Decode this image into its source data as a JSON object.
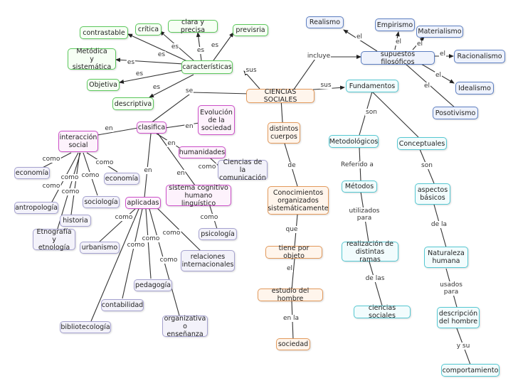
{
  "nodes": {
    "ciencias": "CIENCIAS SOCIALES",
    "caracteristicas": "características",
    "contrastable": "contrastable",
    "critica": "crítica",
    "clara": "clara y precisa",
    "previsria": "previsria",
    "metodica": "Metódica\ny sistemática",
    "objetiva": "Objetiva",
    "descriptiva": "descriptiva",
    "realismo": "Realismo",
    "empirismo": "Empirismo",
    "materialismo": "Materialismo",
    "supuestos": "supuestos filosóficos",
    "racionalismo": "Racionalismo",
    "idealismo": "Idealismo",
    "positivismo": "Posotivismo",
    "fundamentos": "Fundamentos",
    "metodologicos": "Metodológicos",
    "conceptuales": "Conceptuales",
    "metodos": "Métodos",
    "realizacion": "realización de\ndistintas ramas",
    "cienciasSoc": "ciencias sociales",
    "aspectos": "aspectos\nbásicos",
    "naturaleza": "Naturaleza\nhumana",
    "descripcion": "descripción\ndel hombre",
    "comportamiento": "comportamiento",
    "distintos": "distintos\ncuerpos",
    "conocimientos": "Conocimientos\norganizados\nsistemáticamente",
    "tieneObjeto": "tiene por objeto",
    "estudio": "estudio del hombre",
    "sociedad": "sociedad",
    "clasifica": "clasifica",
    "evolucion": "Evolución\nde la\nsociedad",
    "interaccion": "interacción\nsocial",
    "humanidades": "humanidades",
    "cienciasCom": "Ciencias de la\ncomunicación",
    "sistema": "sistema cognitivo\nhumano linguístico",
    "psicologia": "psicología",
    "aplicadas": "aplicadas",
    "economia1": "economía",
    "economia2": "economía",
    "antropologia": "antropología",
    "sociologia": "sociología",
    "historia": "historia",
    "etnografia": "Etnografía\ny etnología",
    "urbanismo": "urbanismo",
    "relaciones": "relaciones\ninternacionales",
    "pedagogia": "pedagogía",
    "contabilidad": "contabilidad",
    "bibliotecologia": "bibliotecología",
    "organizativa": "organizativa\no enseñanza"
  },
  "labels": {
    "sus1": "sus",
    "sus2": "sus",
    "es1": "es",
    "es2": "es",
    "es3": "es",
    "es4": "es",
    "es5": "es",
    "es6": "es",
    "es7": "es",
    "incluye": "incluye",
    "el1": "el",
    "el2": "el",
    "el3": "el",
    "el4": "el",
    "el5": "el",
    "el6": "el",
    "se": "se",
    "son1": "son",
    "referido": "Referido a",
    "utilizados": "utilizados\npara",
    "delas": "de las",
    "son2": "son",
    "dela": "de la",
    "usados": "usados\npara",
    "ysu": "y su",
    "en1": "en",
    "en2": "en",
    "en3": "en",
    "en4": "en",
    "en5": "en",
    "de": "de",
    "que": "que",
    "el7": "el",
    "enla": "en la",
    "como1": "como",
    "como2": "como",
    "como3": "como",
    "como4": "como",
    "como5": "como",
    "como6": "como",
    "como7": "como",
    "como8": "como",
    "como9": "como",
    "como10": "como",
    "como11": "como",
    "como12": "como",
    "como13": "como"
  }
}
